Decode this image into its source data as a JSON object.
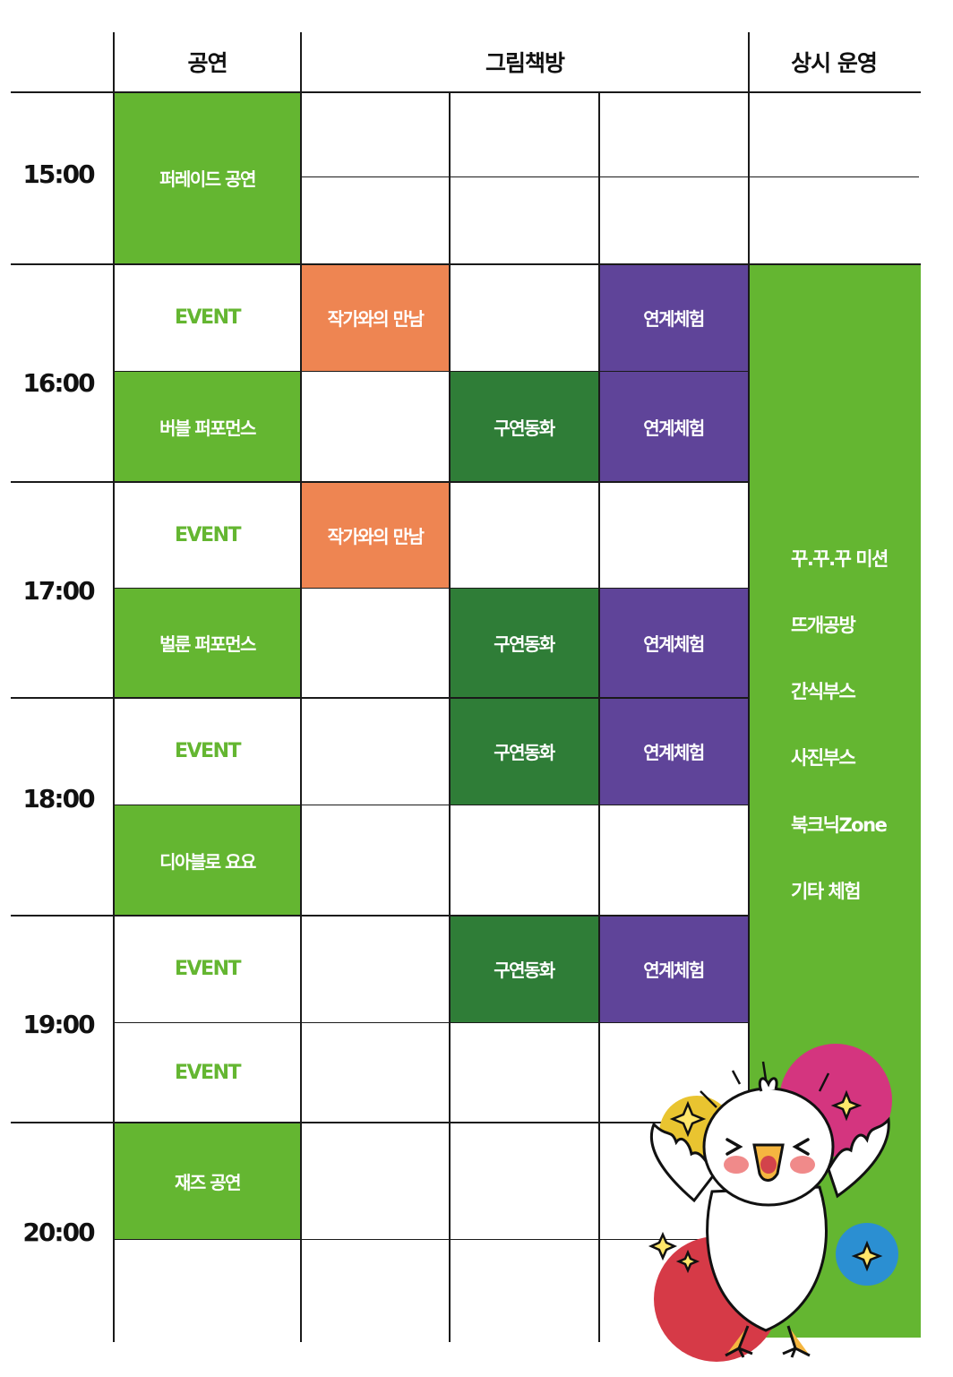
{
  "headers": {
    "performance": "공연",
    "picture_book": "그림책방",
    "always_on": "상시 운영"
  },
  "times": [
    "15:00",
    "16:00",
    "17:00",
    "18:00",
    "19:00",
    "20:00"
  ],
  "cells": {
    "parade": "퍼레이드 공연",
    "event_1600": "EVENT",
    "author_1600": "작가와의 만남",
    "linked_1600": "연계체험",
    "bubble": "버블 퍼포먼스",
    "story_1630": "구연동화",
    "linked_1630": "연계체험",
    "event_1700": "EVENT",
    "author_1700": "작가와의 만남",
    "balloon": "벌룬 퍼포먼스",
    "story_1730": "구연동화",
    "linked_1730": "연계체험",
    "event_1800": "EVENT",
    "story_1800": "구연동화",
    "linked_1800": "연계체험",
    "diabolo": "디아블로 요요",
    "event_1900": "EVENT",
    "story_1900": "구연동화",
    "linked_1900": "연계체험",
    "event_1930": "EVENT",
    "jazz": "재즈 공연"
  },
  "always": [
    "꾸.꾸.꾸 미션",
    "뜨개공방",
    "간식부스",
    "사진부스",
    "북크닉Zone",
    "기타 체험"
  ],
  "colors": {
    "green": "#64b631",
    "dark_green": "#2f7d37",
    "orange": "#ee8552",
    "purple": "#5f4499"
  },
  "mascot": "cheering-white-bird-mascot"
}
